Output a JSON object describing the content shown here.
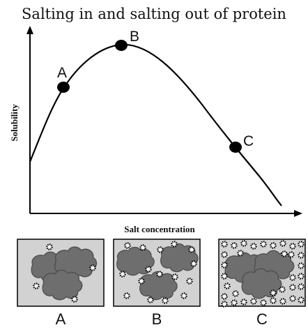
{
  "title": "Salting in and salting out of protein",
  "y_axis_label": "Solubility",
  "x_axis_label": "Salt concentration",
  "curve_points": [
    {
      "label": "A"
    },
    {
      "label": "B"
    },
    {
      "label": "C"
    }
  ],
  "panels": [
    {
      "label": "A",
      "description": "few salt ions, proteins clumped together"
    },
    {
      "label": "B",
      "description": "moderate salt ions, proteins dispersed"
    },
    {
      "label": "C",
      "description": "many salt ions, proteins aggregated"
    }
  ],
  "colors": {
    "panel_fill": "#d2d2d2",
    "protein": "#6e6e6e",
    "ion": "#ffffff",
    "ink": "#000000"
  }
}
